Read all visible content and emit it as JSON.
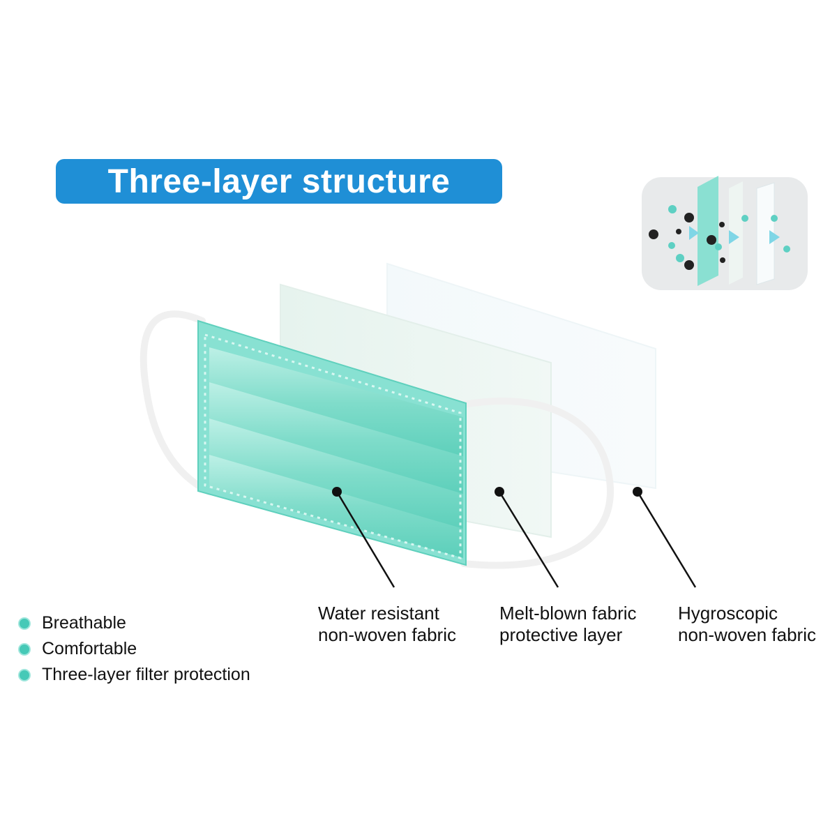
{
  "title": "Three-layer structure",
  "colors": {
    "banner": "#1f8fd6",
    "mask_green": "#6fd9c9",
    "mask_green_dark": "#3cc3ae",
    "bullet": "#46c9b7",
    "leader_line": "#111111"
  },
  "layers": [
    {
      "line1": "Water resistant",
      "line2": "non-woven fabric"
    },
    {
      "line1": "Melt-blown fabric",
      "line2": "protective layer"
    },
    {
      "line1": "Hygroscopic",
      "line2": "non-woven fabric"
    }
  ],
  "features": [
    "Breathable",
    "Comfortable",
    "Three-layer filter protection"
  ],
  "icons": [
    "filtration-illustration-icon",
    "particle-dot-icon",
    "arrow-right-icon",
    "bullet-dot-icon"
  ]
}
